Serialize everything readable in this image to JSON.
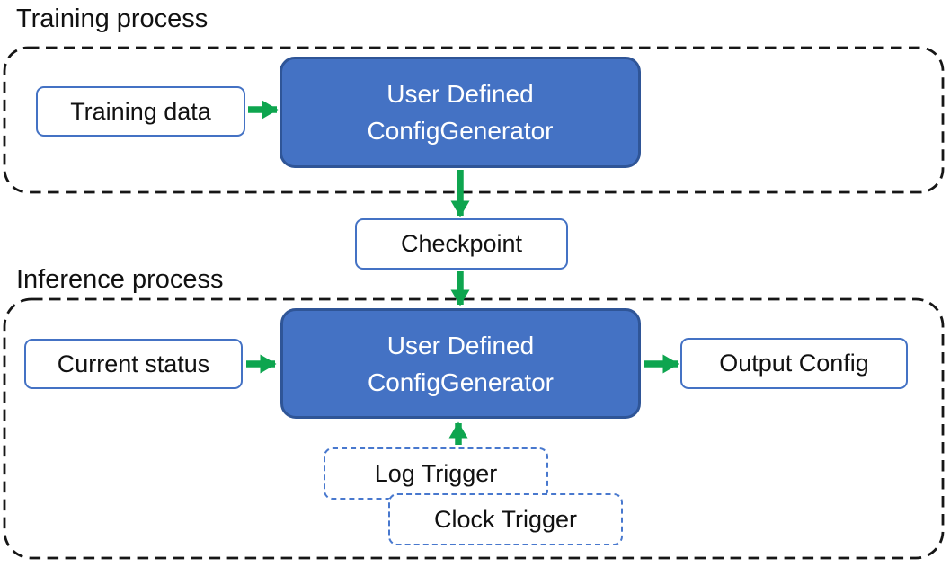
{
  "sections": {
    "training": {
      "title": "Training process"
    },
    "inference": {
      "title": "Inference process"
    }
  },
  "nodes": {
    "training_data": {
      "label": "Training data"
    },
    "config_generator_training": {
      "line1": "User Defined",
      "line2": "ConfigGenerator"
    },
    "checkpoint": {
      "label": "Checkpoint"
    },
    "current_status": {
      "label": "Current status"
    },
    "config_generator_inference": {
      "line1": "User Defined",
      "line2": "ConfigGenerator"
    },
    "output_config": {
      "label": "Output Config"
    },
    "log_trigger": {
      "label": "Log Trigger"
    },
    "clock_trigger": {
      "label": "Clock Trigger"
    }
  },
  "edges": [
    {
      "from": "training_data",
      "to": "config_generator_training",
      "direction": "right"
    },
    {
      "from": "config_generator_training",
      "to": "checkpoint",
      "direction": "down"
    },
    {
      "from": "checkpoint",
      "to": "config_generator_inference",
      "direction": "down"
    },
    {
      "from": "current_status",
      "to": "config_generator_inference",
      "direction": "right"
    },
    {
      "from": "config_generator_inference",
      "to": "output_config",
      "direction": "right"
    },
    {
      "from": "log_trigger",
      "to": "config_generator_inference",
      "direction": "up"
    }
  ],
  "colors": {
    "node_fill": "#4472C4",
    "node_border": "#2F5597",
    "box_outline": "#4472C4",
    "trigger_outline": "#4878CE",
    "arrow": "#0EA54F",
    "container_outline": "#161616",
    "text": "#111111",
    "text_on_fill": "#FFFFFF"
  }
}
